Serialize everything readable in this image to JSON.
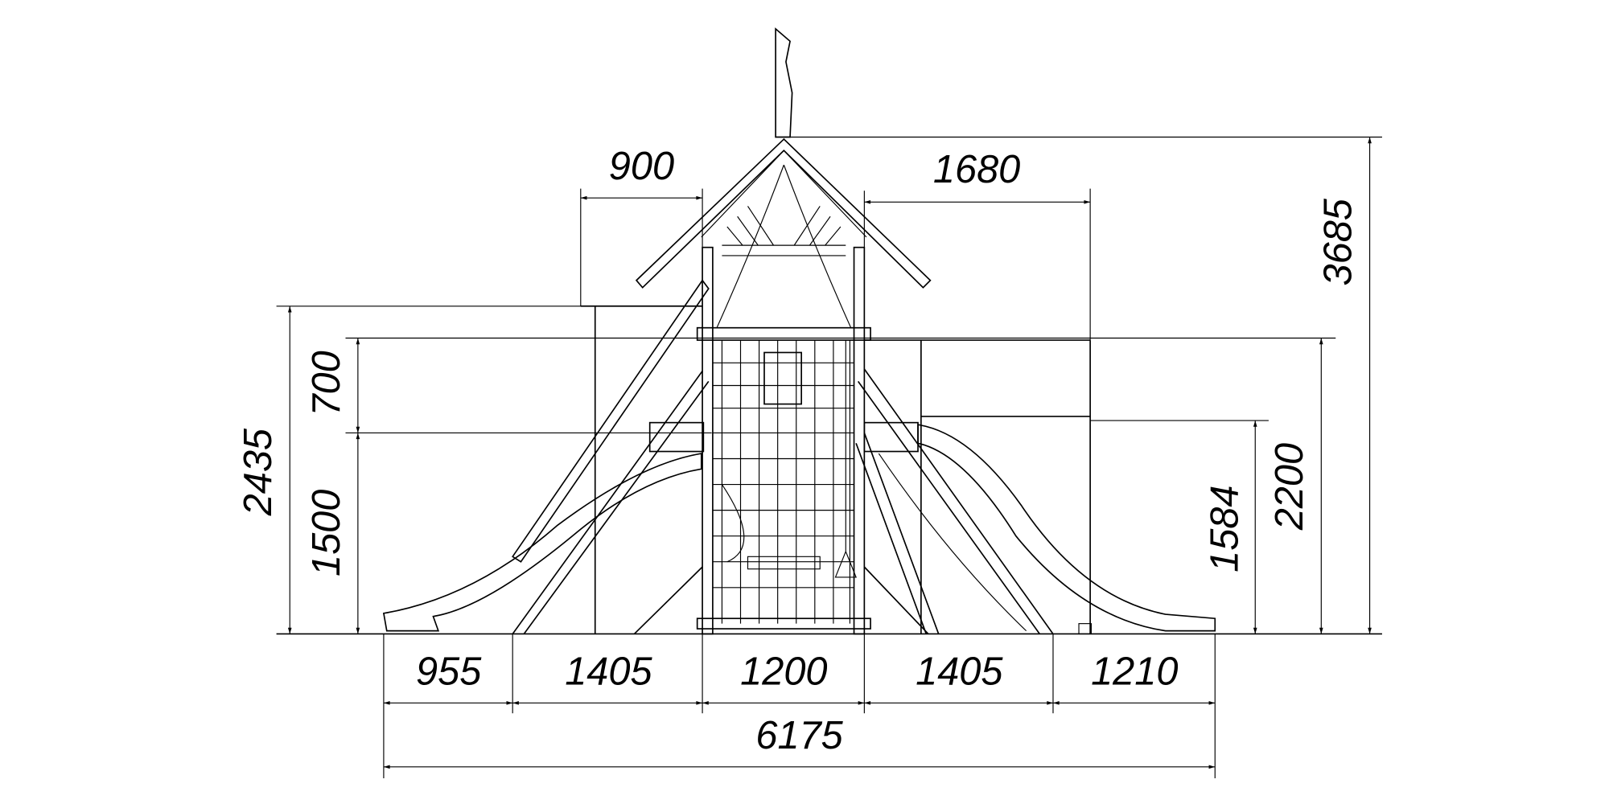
{
  "drawing": {
    "colors": {
      "line": "#000000",
      "background": "#ffffff"
    },
    "dimensions": {
      "bottom": [
        "955",
        "1405",
        "1200",
        "1405",
        "1210"
      ],
      "total_width": "6175",
      "top_left": "900",
      "top_right": "1680",
      "overall_height": "3685",
      "left_height": "2435",
      "upper_section": "700",
      "platform_height": "1500",
      "right_lower": "1584",
      "right_upper": "2200"
    }
  }
}
